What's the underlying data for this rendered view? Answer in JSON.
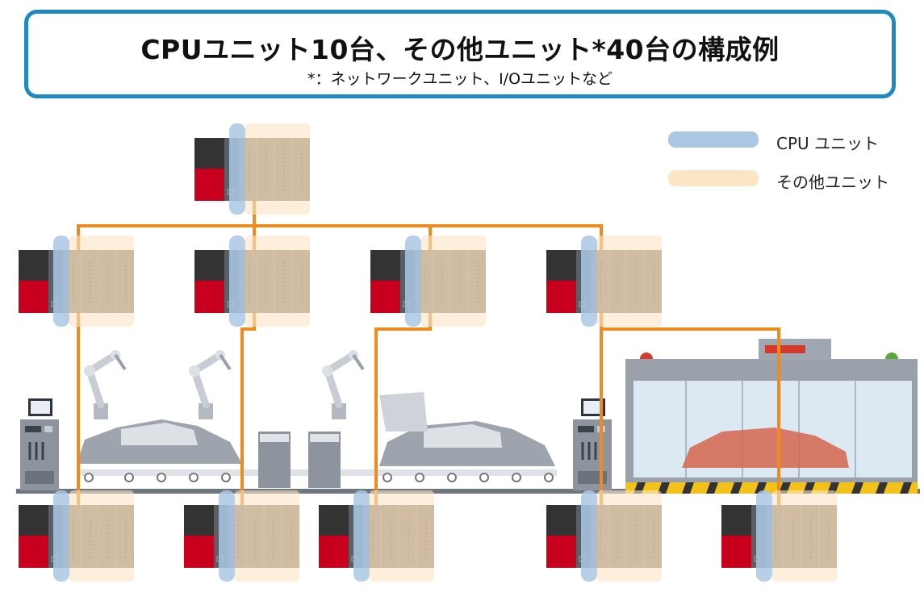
{
  "title": {
    "main": "CPUユニット10台、その他ユニット*40台の構成例",
    "sub": "*：ネットワークユニット、I/Oユニットなど"
  },
  "legend": [
    {
      "label": "CPU ユニット",
      "color": "#aac8e4"
    },
    {
      "label": "その他ユニット",
      "color": "#fbe5c5"
    }
  ],
  "colors": {
    "network_line": "#f0891e",
    "title_border": "#1f8ac0",
    "cpu_highlight": "#aac8e4",
    "other_highlight": "#fbe5c5",
    "plc_red": "#c8001e",
    "plc_dark": "#333333",
    "plc_module": "#8c8070",
    "robot": "#c0c4cc",
    "car_gray": "#9ea4ad",
    "car_red": "#d5664f",
    "hazard_yellow": "#f2c21b"
  },
  "plc_racks": [
    {
      "id": "top-master",
      "cpu_units": 1,
      "other_units": 4
    },
    {
      "id": "mid-1",
      "cpu_units": 1,
      "other_units": 4
    },
    {
      "id": "mid-2",
      "cpu_units": 1,
      "other_units": 4
    },
    {
      "id": "mid-3",
      "cpu_units": 1,
      "other_units": 4
    },
    {
      "id": "mid-4",
      "cpu_units": 1,
      "other_units": 4
    },
    {
      "id": "bottom-1",
      "cpu_units": 1,
      "other_units": 4
    },
    {
      "id": "bottom-2",
      "cpu_units": 1,
      "other_units": 4
    },
    {
      "id": "bottom-3",
      "cpu_units": 1,
      "other_units": 4
    },
    {
      "id": "bottom-4",
      "cpu_units": 1,
      "other_units": 4
    },
    {
      "id": "bottom-5",
      "cpu_units": 1,
      "other_units": 4
    }
  ],
  "icons": [
    "plc-rack-icon",
    "industrial-robot-icon",
    "car-body-icon",
    "control-panel-icon",
    "warning-lamp-icon",
    "paint-booth-icon"
  ]
}
